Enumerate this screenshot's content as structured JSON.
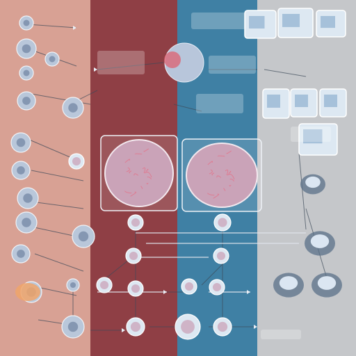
{
  "bands": [
    {
      "id": "b0",
      "color": "#d8a194"
    },
    {
      "id": "b1",
      "color": "#8f3f45"
    },
    {
      "id": "b2",
      "color": "#3f80a4"
    },
    {
      "id": "b3",
      "color": "#c5c7ca"
    }
  ],
  "palette": {
    "line": "#3d4a59",
    "line_light": "#e9eef5",
    "cell_fill": "#b9c7da",
    "cell_core": "#5b6f92",
    "organoid_fill": "#caa3b8",
    "organoid_vein": "#e27389",
    "panel_fill": "#dde8f2"
  },
  "labels": {
    "top_center": "",
    "mid_left": "",
    "mid_center": "",
    "right_upper": "",
    "right_mid": "",
    "bottom_right": ""
  },
  "icons": [
    "cell-icon",
    "organoid-icon",
    "microscope-panel-icon",
    "scientist-panel-icon",
    "petri-dish-icon",
    "arrow-icon"
  ]
}
